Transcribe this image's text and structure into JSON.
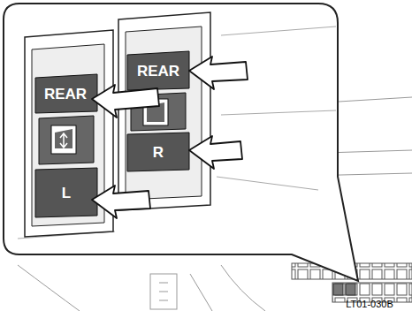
{
  "diagram": {
    "labels": [
      "REAR",
      "L",
      "REAR",
      "R",
      "LT01-030B"
    ]
  }
}
